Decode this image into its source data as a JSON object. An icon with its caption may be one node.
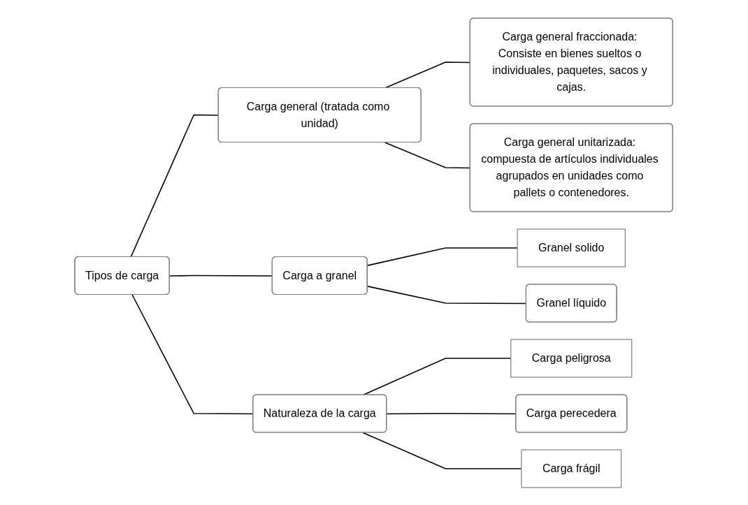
{
  "diagram": {
    "nodes": [
      {
        "text": [
          "Tipos de carga"
        ]
      },
      {
        "text": [
          "Carga general (tratada como unidad)"
        ]
      },
      {
        "text": [
          "Carga general fraccionada: Consiste en bienes sueltos o individuales, paquetes, sacos y cajas."
        ]
      },
      {
        "text": [
          "Carga general unitarizada: compuesta de artículos individuales agrupados en unidades como pallets o contenedores."
        ]
      },
      {
        "text": [
          "Carga a granel"
        ]
      },
      {
        "text": [
          "Granel solido"
        ]
      },
      {
        "text": [
          "Granel líquido"
        ]
      },
      {
        "text": [
          "Naturaleza de la carga"
        ]
      },
      {
        "text": [
          "Carga peligrosa"
        ]
      },
      {
        "text": [
          "Carga perecedera"
        ]
      },
      {
        "text": [
          "Carga frágil"
        ]
      }
    ],
    "edges": [
      {
        "from": 0,
        "to": 1,
        "arrow": "none"
      },
      {
        "from": 0,
        "to": 4,
        "arrow": "none"
      },
      {
        "from": 0,
        "to": 7,
        "arrow": "none"
      },
      {
        "from": 1,
        "to": 2,
        "arrow": "none"
      },
      {
        "from": 1,
        "to": 3,
        "arrow": "none"
      },
      {
        "from": 4,
        "to": 5,
        "arrow": "none"
      },
      {
        "from": 4,
        "to": 6,
        "arrow": "none"
      },
      {
        "from": 7,
        "to": 8,
        "arrow": "none"
      },
      {
        "from": 7,
        "to": 9,
        "arrow": "none"
      },
      {
        "from": 7,
        "to": 10,
        "arrow": "none"
      }
    ]
  }
}
